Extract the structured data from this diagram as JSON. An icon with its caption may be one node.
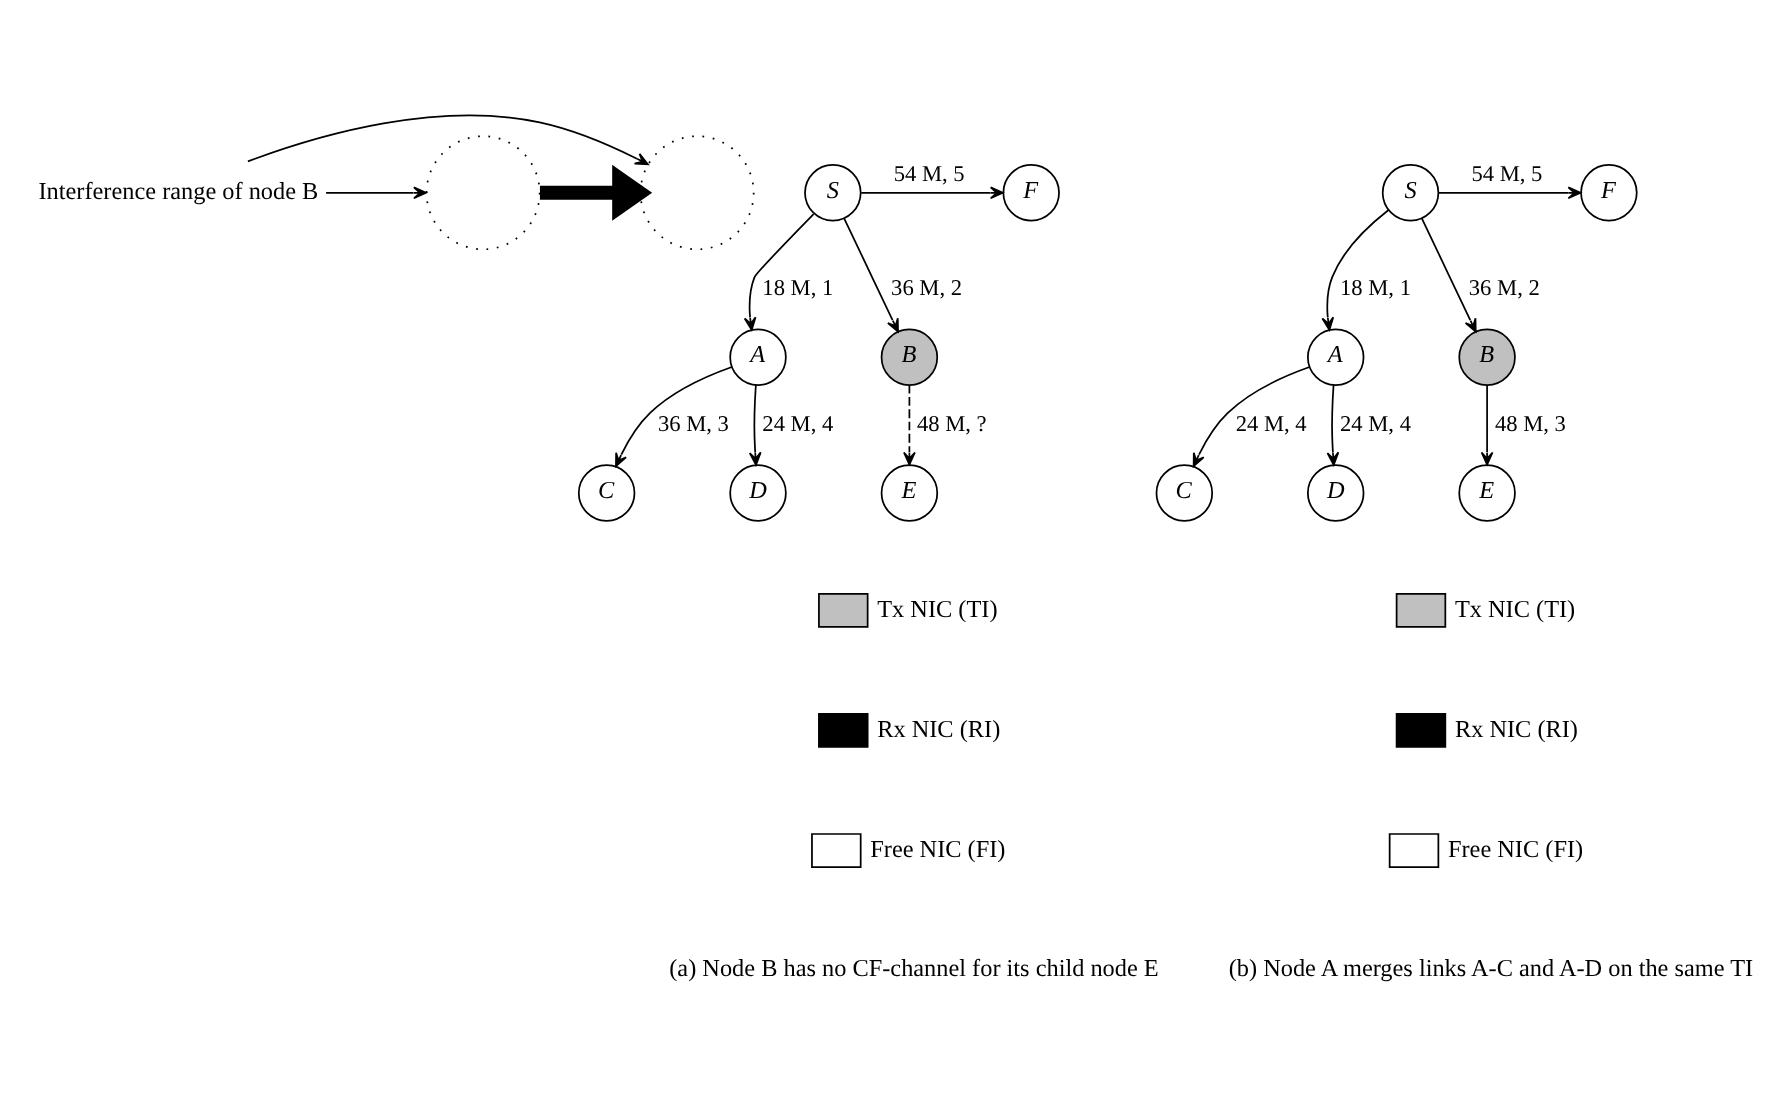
{
  "diagram": {
    "nodes": [
      {
        "text": [],
        "shape": "circle"
      },
      {
        "text": [
          "S"
        ]
      },
      {
        "text": [
          "F"
        ]
      },
      {
        "text": [
          "A"
        ]
      },
      {
        "text": [
          "B"
        ]
      },
      {
        "text": [
          "C"
        ]
      },
      {
        "text": [
          "D"
        ]
      },
      {
        "text": [
          "E"
        ]
      },
      {
        "text": [
          "Interference range of node B"
        ]
      },
      {
        "text": [],
        "shape": "circle"
      },
      {
        "text": [
          "S"
        ]
      },
      {
        "text": [
          "F"
        ]
      },
      {
        "text": [
          "A"
        ]
      },
      {
        "text": [
          "B"
        ]
      },
      {
        "text": [
          "C"
        ]
      },
      {
        "text": [
          "D"
        ]
      },
      {
        "text": [
          "E"
        ]
      }
    ],
    "edges": [
      {
        "from": 1,
        "to": 2,
        "arrow": "to",
        "label": "54 M, 5"
      },
      {
        "from": 1,
        "to": 3,
        "arrow": "to",
        "label": "18 M, 1"
      },
      {
        "from": 1,
        "to": 4,
        "arrow": "to",
        "label": "36 M, 2"
      },
      {
        "from": 3,
        "to": 5,
        "arrow": "to",
        "label": "36 M, 3"
      },
      {
        "from": 3,
        "to": 6,
        "arrow": "to",
        "label": "24 M, 4"
      },
      {
        "from": 4,
        "to": 7,
        "arrow": "to",
        "label": "48 M, ?",
        "style": "dashed"
      },
      {
        "from": 8,
        "to": 0,
        "arrow": "to"
      },
      {
        "from": 8,
        "to": 9,
        "arrow": "to"
      },
      {
        "from": 0,
        "to": 9,
        "arrow": "to",
        "style": "thick"
      },
      {
        "from": 10,
        "to": 11,
        "arrow": "to",
        "label": "54 M, 5"
      },
      {
        "from": 10,
        "to": 12,
        "arrow": "to",
        "label": "18 M, 1"
      },
      {
        "from": 10,
        "to": 13,
        "arrow": "to",
        "label": "36 M, 2"
      },
      {
        "from": 12,
        "to": 14,
        "arrow": "to",
        "label": "24 M, 4"
      },
      {
        "from": 12,
        "to": 15,
        "arrow": "to",
        "label": "24 M, 4"
      },
      {
        "from": 13,
        "to": 16,
        "arrow": "to",
        "label": "48 M, 3"
      }
    ],
    "labels": [
      "(a) Node B has no CF-channel for its child node E",
      "(b) Node A merges links A-C and A-D on the same TI"
    ],
    "legend": [
      {
        "text": "Tx NIC (TI)",
        "color": "#c0c0c0"
      },
      {
        "text": "Rx NIC (RI)",
        "color": "#000000"
      },
      {
        "text": "Free NIC (FI)",
        "color": "#ffffff"
      },
      {
        "text": "Tx NIC (TI)",
        "color": "#c0c0c0"
      },
      {
        "text": "Rx NIC (RI)",
        "color": "#000000"
      },
      {
        "text": "Free NIC (FI)",
        "color": "#ffffff"
      }
    ]
  }
}
